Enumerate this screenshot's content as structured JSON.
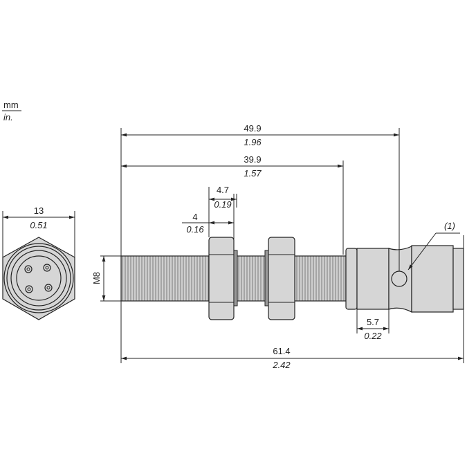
{
  "units": {
    "primary": "mm",
    "secondary": "in."
  },
  "dimensions": {
    "overall_top": {
      "mm": "49.9",
      "in": "1.96"
    },
    "thread_length": {
      "mm": "39.9",
      "in": "1.57"
    },
    "nut_width_total": {
      "mm": "4.7",
      "in": "0.19"
    },
    "nut_width": {
      "mm": "4",
      "in": "0.16"
    },
    "hex_width": {
      "mm": "13",
      "in": "0.51"
    },
    "thread": "M8",
    "head_section": {
      "mm": "5.7",
      "in": "0.22"
    },
    "overall_length": {
      "mm": "61.4",
      "in": "2.42"
    }
  },
  "callout": "(1)"
}
